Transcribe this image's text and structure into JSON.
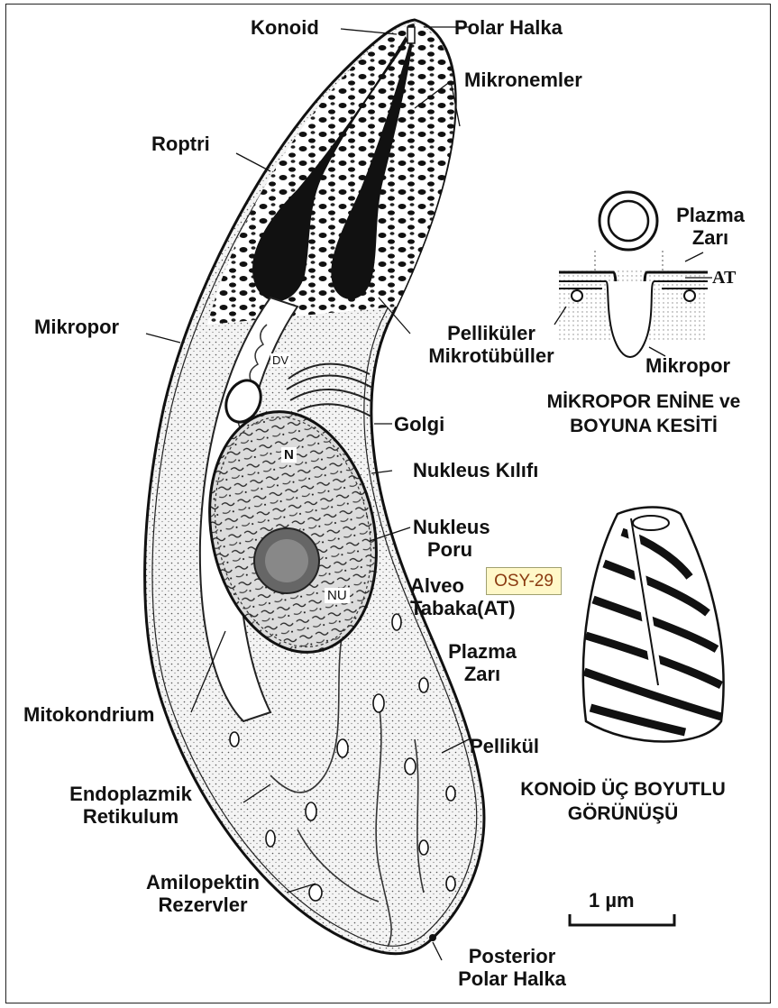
{
  "labels": {
    "konoid": "Konoid",
    "polar_halka": "Polar Halka",
    "mikronemler": "Mikronemler",
    "roptri": "Roptri",
    "plazma_zari_1": "Plazma",
    "plazma_zari_2": "Zarı",
    "at_short": "AT",
    "mikropor_left": "Mikropor",
    "pellikuler_1": "Pelliküler",
    "pellikuler_2": "Mikrotübüller",
    "mikropor_right": "Mikropor",
    "golgi": "Golgi",
    "mikropor_kesit_1": "MİKROPOR ENİNE ve",
    "mikropor_kesit_2": "BOYUNA KESİTİ",
    "nukleus_klifi": "Nukleus Kılıfı",
    "nukleus_poru_1": "Nukleus",
    "nukleus_poru_2": "Poru",
    "alveol_1": "Alveo",
    "alveol_2": "Tabaka(AT)",
    "plazma_lower_1": "Plazma",
    "plazma_lower_2": "Zarı",
    "mitokondrium": "Mitokondrium",
    "pellikul": "Pellikül",
    "endo_1": "Endoplazmik",
    "endo_2": "Retikulum",
    "konoid_3d_1": "KONOİD ÜÇ BOYUTLU",
    "konoid_3d_2": "GÖRÜNÜŞÜ",
    "scale": "1 µm",
    "amilo_1": "Amilopektin",
    "amilo_2": "Rezervler",
    "posterior_1": "Posterior",
    "posterior_2": "Polar Halka",
    "dv": "DV",
    "n": "N",
    "nu": "NU"
  },
  "badge": "OSY-29"
}
